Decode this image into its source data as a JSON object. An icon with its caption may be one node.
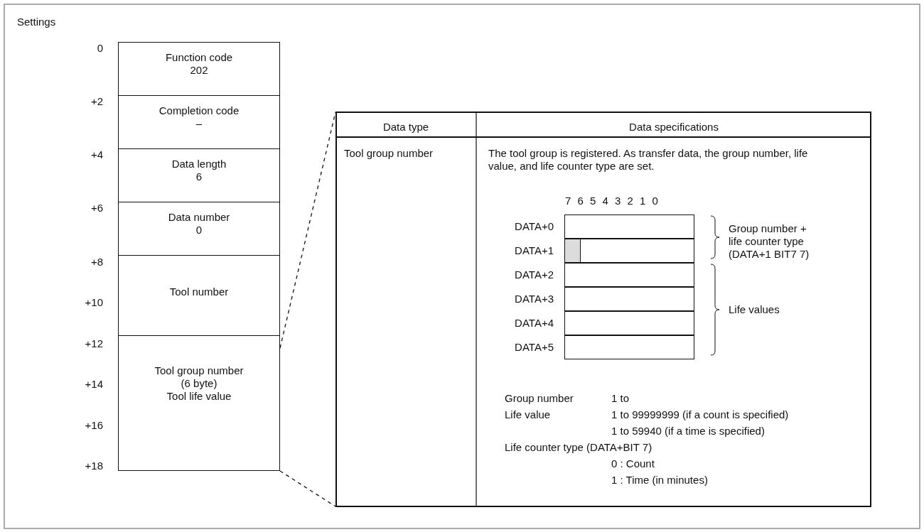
{
  "diagram": {
    "nodes": [
      {
        "text": [
          "Function code",
          "202"
        ]
      },
      {
        "text": [
          "Completion code",
          "–"
        ]
      },
      {
        "text": [
          "Data length",
          "6"
        ]
      },
      {
        "text": [
          "Data number",
          "0"
        ]
      },
      {
        "text": [
          "Tool number"
        ]
      },
      {
        "text": [
          "Tool group number",
          "(6 byte)",
          "Tool life value"
        ]
      },
      {
        "text": [],
        "shape": "box"
      },
      {
        "text": [],
        "shape": "box",
        "in": 6,
        "beside": [
          "DATA+0"
        ]
      },
      {
        "text": [],
        "shape": "box",
        "in": 6,
        "beside": [
          "DATA+1"
        ]
      },
      {
        "text": [],
        "shape": "box",
        "in": 6,
        "beside": [
          "DATA+2"
        ]
      },
      {
        "text": [],
        "shape": "box",
        "in": 6,
        "beside": [
          "DATA+3"
        ]
      },
      {
        "text": [],
        "shape": "box",
        "in": 6,
        "beside": [
          "DATA+4"
        ]
      },
      {
        "text": [],
        "shape": "box",
        "in": 6,
        "beside": [
          "DATA+5"
        ]
      }
    ],
    "edges": [
      {
        "from": 5,
        "to": 6,
        "arrow": "none",
        "style": "dashed"
      },
      {
        "from": 5,
        "to": 6,
        "arrow": "none",
        "style": "dashed"
      }
    ],
    "labels": [
      "Settings",
      "0",
      "+2",
      "+4",
      "+6",
      "+8",
      "+10",
      "+12",
      "+14",
      "+16",
      "+18",
      "Data type",
      "Data specifications",
      "Tool group number",
      "The tool group is registered.  As transfer data, the group number, life value, and life counter type are set.",
      "7 6 5 4 3 2 1 0",
      "Group number + life counter type (DATA+1 BIT7 7)",
      "Life values",
      "Group number",
      "1 to",
      "Life value",
      "1 to 99999999 (if a count is specified)",
      "1 to 59940 (if a time is specified)",
      "Life counter type (DATA+BIT 7)",
      "0 : Count",
      "1 : Time (in minutes)"
    ]
  }
}
